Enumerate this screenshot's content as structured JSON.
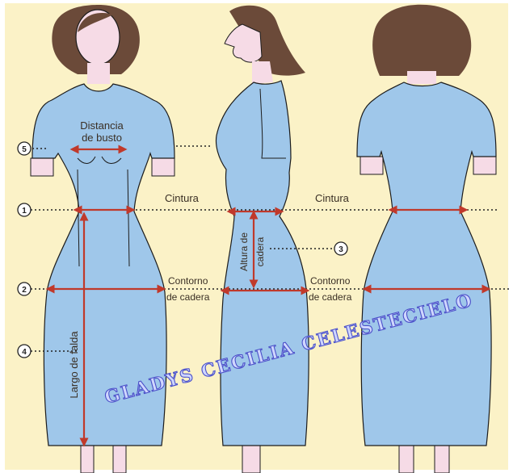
{
  "colors": {
    "background": "#fbf2c7",
    "dress": "#9fc7ea",
    "dress_outline": "#1c1c1c",
    "hair": "#6b4a39",
    "skin": "#f6dbe6",
    "measure_line": "#c0392b",
    "guide_dots": "#222222",
    "watermark_fill": "#cfd6ff",
    "watermark_stroke": "#4a50c8"
  },
  "labels": {
    "bust_distance_line1": "Distancia",
    "bust_distance_line2": "de busto",
    "waist_front": "Cintura",
    "waist_back": "Cintura",
    "hip_front_line1": "Contorno",
    "hip_front_line2": "de cadera",
    "hip_back_line1": "Contorno",
    "hip_back_line2": "de cadera",
    "hip_height_line1": "Altura de",
    "hip_height_line2": "cadera",
    "skirt_length": "Largo de falda"
  },
  "markers": [
    "5",
    "1",
    "2",
    "4",
    "3"
  ],
  "watermark": "GLADYS CECILIA CELESTECIELO"
}
